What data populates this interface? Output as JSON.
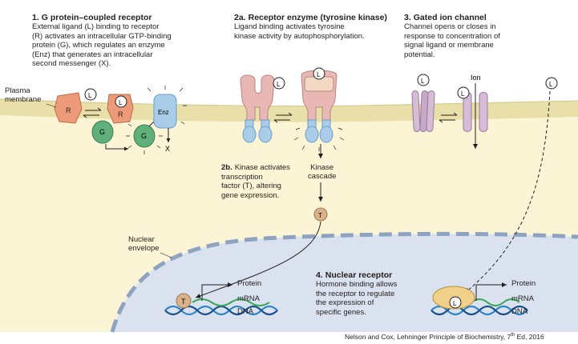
{
  "sections": {
    "gpcr": {
      "number": "1.",
      "title": "G protein–coupled receptor",
      "lines": [
        "External ligand (L) binding to receptor",
        "(R) activates an intracellular GTP-binding",
        "protein (G), which regulates an enzyme",
        "(Enz) that generates an intracellular",
        "second messenger (X)."
      ]
    },
    "receptor_enzyme": {
      "number": "2a.",
      "title": "Receptor enzyme (tyrosine kinase)",
      "lines": [
        "Ligand binding activates tyrosine",
        "kinase activity by autophosphorylation."
      ]
    },
    "ion_channel": {
      "number": "3.",
      "title": "Gated ion channel",
      "lines": [
        "Channel opens or closes in",
        "response to concentration of",
        "signal ligand or membrane",
        "potential."
      ]
    },
    "kinase_transcription": {
      "number": "2b.",
      "title": "Kinase activates",
      "lines": [
        "transcription",
        "factor (T), altering",
        "gene expression."
      ]
    },
    "nuclear_receptor": {
      "number": "4.",
      "title": "Nuclear receptor",
      "lines": [
        "Hormone binding allows",
        "the receptor to regulate",
        "the expression of",
        "specific genes."
      ]
    }
  },
  "labels": {
    "plasma_membrane": [
      "Plasma",
      "membrane"
    ],
    "nuclear_envelope": [
      "Nuclear",
      "envelope"
    ],
    "kinase_cascade": [
      "Kinase",
      "cascade"
    ],
    "ion": "Ion",
    "ligand": "L",
    "receptor": "R",
    "g_protein": "G",
    "enzyme": "Enz",
    "second_messenger": "X",
    "transcription_factor": "T",
    "protein": "Protein",
    "mrna": "mRNA",
    "dna": "DNA"
  },
  "credit": {
    "text": "Nelson and Cox, Lehninger Principle of Biochemistry, 7",
    "superscript": "th",
    "suffix": " Ed, 2016"
  },
  "colors": {
    "cytoplasm": "#fbf5d6",
    "membrane": "#e9dfa8",
    "nucleus": "#d9e2ee",
    "nuclear_envelope": "#8da3bf",
    "receptor": "#ec9a77",
    "g_protein": "#5fb07a",
    "enzyme": "#a9cde8",
    "kinase_dimer": "#e9b7b4",
    "channel": "#d6bcd6",
    "dna": "#2f86c6",
    "mrna": "#3aa65a",
    "nuclear_receptor": "#f1d08a",
    "tf": "#d9b28a"
  }
}
